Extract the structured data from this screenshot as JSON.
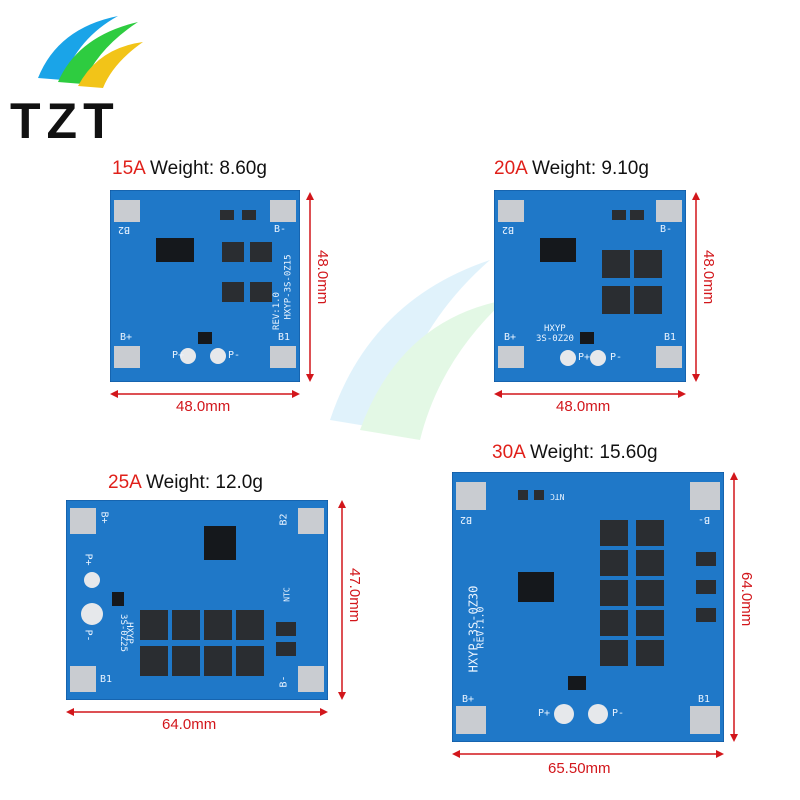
{
  "brand": {
    "text": "TZT"
  },
  "boards": [
    {
      "amp": "15A",
      "weight": "Weight: 8.60g",
      "width_label": "48.0mm",
      "height_label": "48.0mm",
      "model": "HXYP-3S-0Z15",
      "rev": "REV:1.0",
      "labels": [
        "B2",
        "B-",
        "B+",
        "B1",
        "P+",
        "P-"
      ]
    },
    {
      "amp": "20A",
      "weight": "Weight: 9.10g",
      "width_label": "48.0mm",
      "height_label": "48.0mm",
      "model": "HXYP",
      "model2": "3S-0Z20",
      "labels": [
        "B2",
        "B-",
        "B+",
        "B1",
        "P+",
        "P-"
      ]
    },
    {
      "amp": "25A",
      "weight": "Weight: 12.0g",
      "width_label": "64.0mm",
      "height_label": "47.0mm",
      "model": "HXYP",
      "model2": "3S-0Z25",
      "labels": [
        "B+",
        "B2",
        "P+",
        "P-",
        "B1",
        "B-",
        "NTC"
      ]
    },
    {
      "amp": "30A",
      "weight": "Weight: 15.60g",
      "width_label": "65.50mm",
      "height_label": "64.0mm",
      "model": "HXYP-3S-0Z30",
      "rev": "REV:1.0",
      "labels": [
        "B2",
        "B-",
        "B+",
        "B1",
        "P+",
        "P-",
        "NTC"
      ]
    }
  ],
  "colors": {
    "pcb": "#1f78c8",
    "pcb_dark": "#0d4f96",
    "accent": "#e0201a"
  }
}
